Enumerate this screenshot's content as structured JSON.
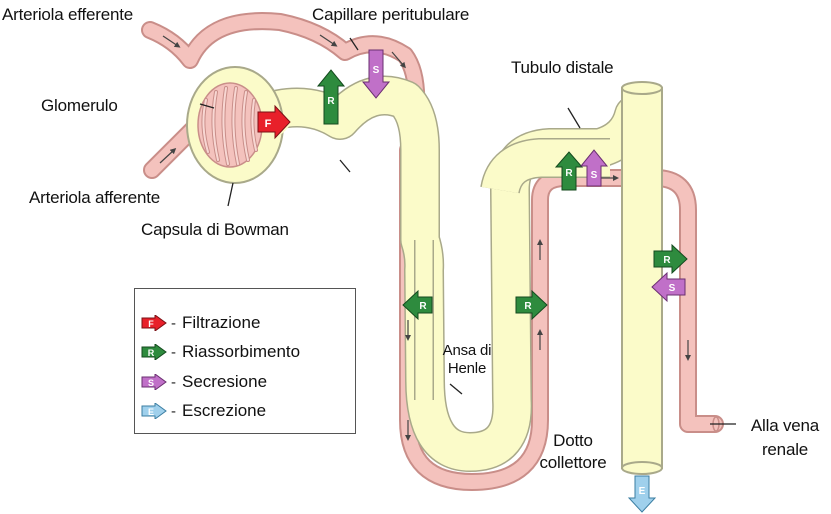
{
  "labels": {
    "arteriola_efferente": "Arteriola efferente",
    "capillare_peritubulare": "Capillare peritubulare",
    "glomerulo": "Glomerulo",
    "tubulo_distale": "Tubulo distale",
    "arteriola_afferente": "Arteriola afferente",
    "capsula_di_bowman": "Capsula di Bowman",
    "ansa_di_henle_line1": "Ansa di",
    "ansa_di_henle_line2": "Henle",
    "dotto_collettore_line1": "Dotto",
    "dotto_collettore_line2": "collettore",
    "alla_vena_renale_line1": "Alla vena",
    "alla_vena_renale_line2": "renale"
  },
  "arrow_letters": {
    "filtration": "F",
    "reabsorption": "R",
    "secretion": "S",
    "excretion": "E"
  },
  "legend": {
    "items": [
      {
        "letter": "F",
        "text": "Filtrazione",
        "color": "#e8202a"
      },
      {
        "letter": "R",
        "text": "Riassorbimento",
        "color": "#2e8b3e"
      },
      {
        "letter": "S",
        "text": "Secresione",
        "color": "#c070c8"
      },
      {
        "letter": "E",
        "text": "Escrezione",
        "color": "#9fd0ec"
      }
    ]
  },
  "colors": {
    "vessel_fill": "#f4c2bd",
    "vessel_stroke": "#c98e89",
    "tubule_fill": "#fbfbc9",
    "tubule_stroke": "#a9a98a",
    "filtration": "#e8202a",
    "reabsorption": "#2e8b3e",
    "secretion": "#c070c8",
    "excretion": "#9fd0ec"
  }
}
